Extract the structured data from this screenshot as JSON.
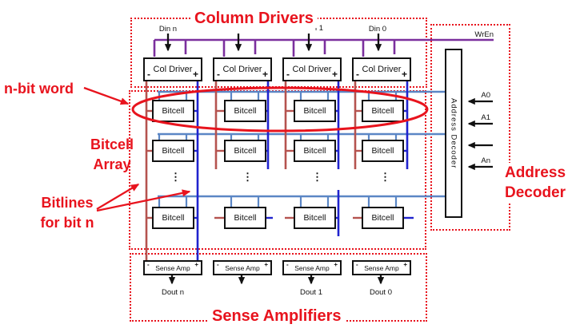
{
  "titles": {
    "column_drivers": "Column Drivers",
    "sense_amplifiers": "Sense Amplifiers",
    "address_decoder_line1": "Address",
    "address_decoder_line2": "Decoder"
  },
  "annotations": {
    "n_bit_word": "n-bit word",
    "bitcell_array_line1": "Bitcell",
    "bitcell_array_line2": "Array",
    "bitlines_line1": "Bitlines",
    "bitlines_line2": "for bit n"
  },
  "column_drivers": {
    "box_label": "Col Driver",
    "minus": "-",
    "plus": "+",
    "din_labels": [
      "Din n",
      "",
      "i 1",
      "Din 0"
    ]
  },
  "bitcell_array": {
    "cell_label": "Bitcell",
    "ellipsis": "⋮"
  },
  "sense_amplifiers": {
    "box_label": "Sense Amp",
    "minus": "-",
    "plus": "+",
    "dout_labels": [
      "Dout n",
      "",
      "Dout 1",
      "Dout 0"
    ]
  },
  "address_decoder": {
    "box_label": "Address Decoder",
    "wren_label": "WrEn",
    "inputs": [
      "A0",
      "A1",
      "",
      "An"
    ]
  },
  "colors": {
    "annotation_red": "#e8131d",
    "write_bus_purple": "#7b2f9d",
    "bitline_red": "#b5534f",
    "bitline_blue": "#2023ce",
    "wordline_blue": "#5b86c5",
    "box_border_black": "#111111"
  }
}
